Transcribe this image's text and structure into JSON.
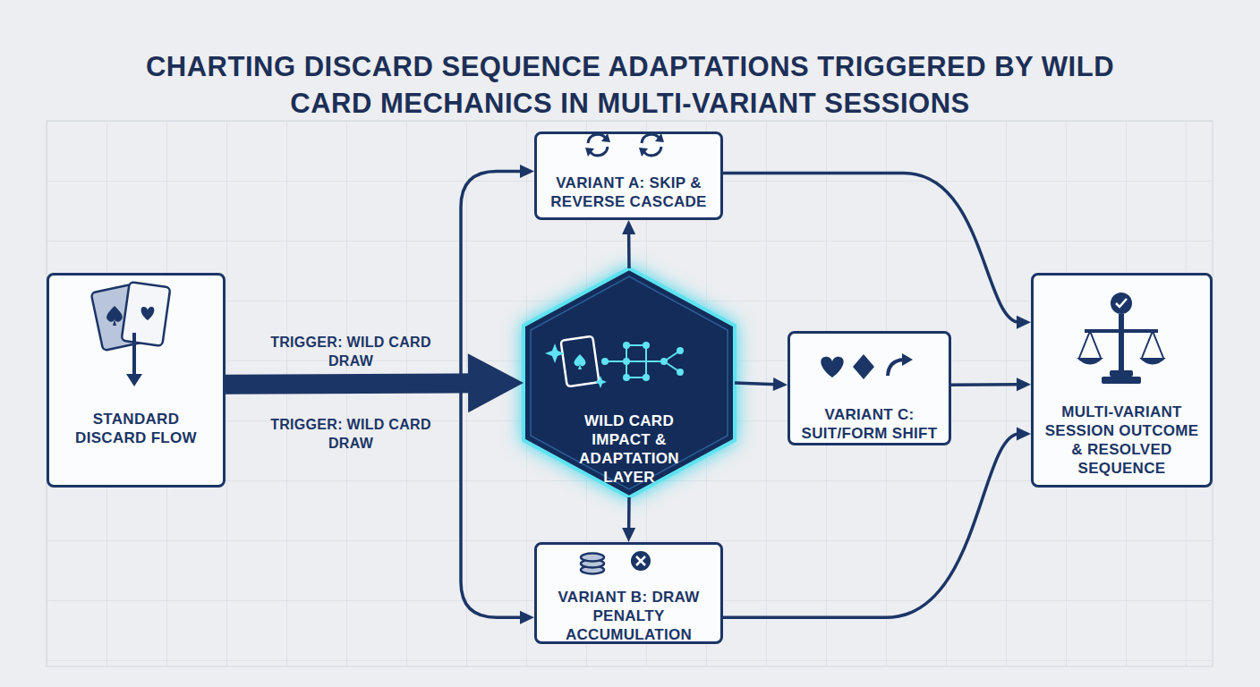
{
  "diagram": {
    "title": "CHARTING DISCARD SEQUENCE ADAPTATIONS TRIGGERED BY WILD CARD MECHANICS IN MULTI-VARIANT SESSIONS",
    "nodes": [
      {
        "text": [
          "STANDARD DISCARD FLOW"
        ]
      },
      {
        "text": [
          "WILD CARD IMPACT & ADAPTATION LAYER"
        ]
      },
      {
        "text": [
          "VARIANT A: SKIP & REVERSE CASCADE"
        ]
      },
      {
        "text": [
          "VARIANT C: SUIT/FORM SHIFT"
        ]
      },
      {
        "text": [
          "VARIANT B: DRAW PENALTY ACCUMULATION"
        ]
      },
      {
        "text": [
          "MULTI-VARIANT SESSION OUTCOME & RESOLVED SEQUENCE"
        ]
      }
    ],
    "edges": [
      {
        "from": 0,
        "to": 1,
        "arrow": "to"
      },
      {
        "from": 0,
        "to": 2,
        "label": "TRIGGER: WILD CARD DRAW",
        "arrow": "to"
      },
      {
        "from": 0,
        "to": 4,
        "label": "TRIGGER: WILD CARD DRAW",
        "arrow": "to"
      },
      {
        "from": 1,
        "to": 2,
        "arrow": "to"
      },
      {
        "from": 1,
        "to": 3,
        "arrow": "to"
      },
      {
        "from": 1,
        "to": 4,
        "arrow": "to"
      },
      {
        "from": 2,
        "to": 5,
        "arrow": "to"
      },
      {
        "from": 3,
        "to": 5,
        "arrow": "to"
      },
      {
        "from": 4,
        "to": 5,
        "arrow": "to"
      }
    ]
  }
}
